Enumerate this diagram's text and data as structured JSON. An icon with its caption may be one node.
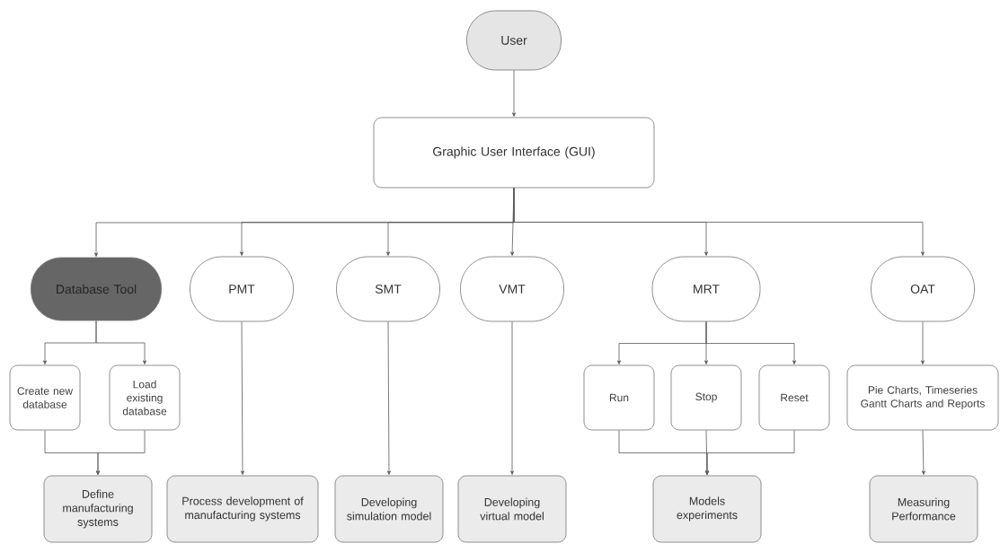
{
  "diagram": {
    "nodes": [
      {
        "text": [
          "User"
        ]
      },
      {
        "text": [
          "Graphic User Interface (GUI)"
        ]
      },
      {
        "text": [
          "Database Tool"
        ]
      },
      {
        "text": [
          "PMT"
        ]
      },
      {
        "text": [
          "SMT"
        ]
      },
      {
        "text": [
          "VMT"
        ]
      },
      {
        "text": [
          "MRT"
        ]
      },
      {
        "text": [
          "OAT"
        ]
      },
      {
        "text": [
          "Create new database"
        ]
      },
      {
        "text": [
          "Load existing database"
        ]
      },
      {
        "text": [
          "Define manufacturing systems"
        ]
      },
      {
        "text": [
          "Process development of manufacturing systems"
        ]
      },
      {
        "text": [
          "Developing simulation model"
        ]
      },
      {
        "text": [
          "Developing virtual model"
        ]
      },
      {
        "text": [
          "Run"
        ]
      },
      {
        "text": [
          "Stop"
        ]
      },
      {
        "text": [
          "Reset"
        ]
      },
      {
        "text": [
          "Pie Charts, Timeseries Gantt Charts and Reports"
        ]
      },
      {
        "text": [
          "Models experiments"
        ]
      },
      {
        "text": [
          "Measuring Performance"
        ]
      }
    ],
    "edges": [
      {
        "from": 0,
        "to": 1,
        "arrow": "to"
      },
      {
        "from": 1,
        "to": 2,
        "arrow": "to"
      },
      {
        "from": 1,
        "to": 3,
        "arrow": "to"
      },
      {
        "from": 1,
        "to": 4,
        "arrow": "to"
      },
      {
        "from": 1,
        "to": 5,
        "arrow": "to"
      },
      {
        "from": 1,
        "to": 6,
        "arrow": "to"
      },
      {
        "from": 1,
        "to": 7,
        "arrow": "to"
      },
      {
        "from": 2,
        "to": 8,
        "arrow": "to"
      },
      {
        "from": 2,
        "to": 9,
        "arrow": "to"
      },
      {
        "from": 8,
        "to": 10,
        "arrow": "to"
      },
      {
        "from": 9,
        "to": 10,
        "arrow": "to"
      },
      {
        "from": 3,
        "to": 11,
        "arrow": "to"
      },
      {
        "from": 4,
        "to": 12,
        "arrow": "to"
      },
      {
        "from": 5,
        "to": 13,
        "arrow": "to"
      },
      {
        "from": 6,
        "to": 14,
        "arrow": "to"
      },
      {
        "from": 6,
        "to": 15,
        "arrow": "to"
      },
      {
        "from": 6,
        "to": 16,
        "arrow": "to"
      },
      {
        "from": 14,
        "to": 18,
        "arrow": "to"
      },
      {
        "from": 15,
        "to": 18,
        "arrow": "to"
      },
      {
        "from": 16,
        "to": 18,
        "arrow": "to"
      },
      {
        "from": 7,
        "to": 17,
        "arrow": "to"
      },
      {
        "from": 17,
        "to": 19,
        "arrow": "to"
      }
    ]
  }
}
